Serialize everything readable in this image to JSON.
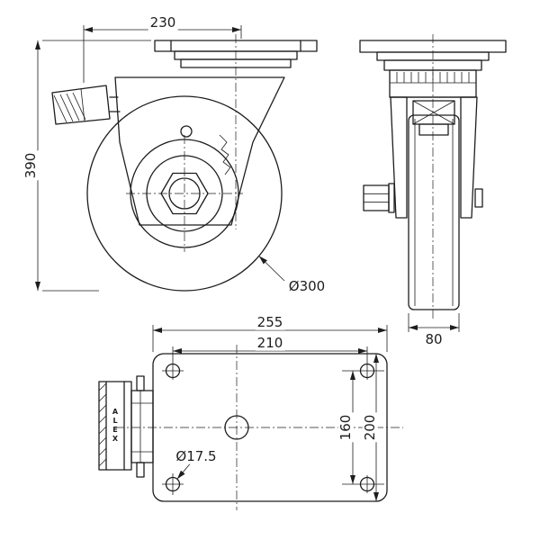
{
  "drawing": {
    "side_view": {
      "top_width": "230",
      "overall_height": "390",
      "wheel_diameter": "Ø300"
    },
    "front_view": {
      "wheel_width": "80"
    },
    "plan_view": {
      "plate_length": "255",
      "bolt_spacing_length": "210",
      "bolt_spacing_width": "160",
      "plate_width": "200",
      "bolt_hole_diameter": "Ø17.5",
      "brand": "ALEX"
    },
    "colors": {
      "line": "#1d1d1d",
      "background": "#ffffff"
    }
  }
}
